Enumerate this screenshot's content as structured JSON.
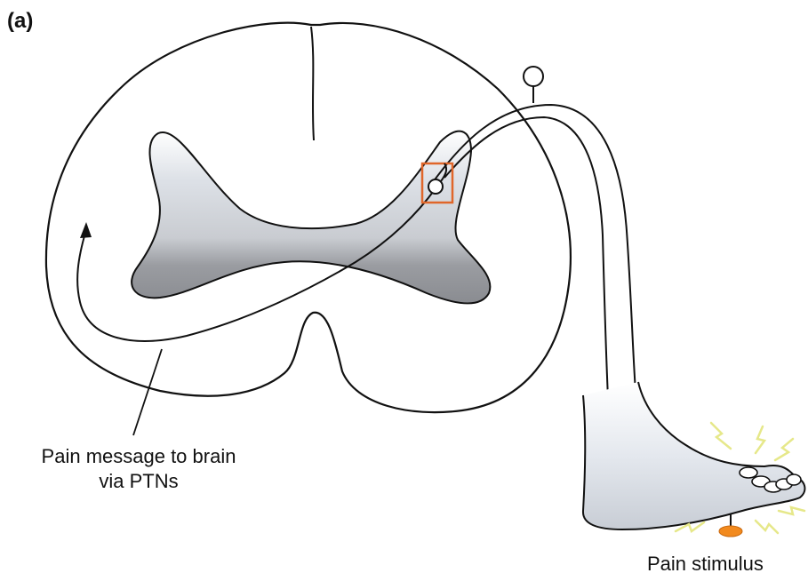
{
  "panel_label": "(a)",
  "labels": {
    "brain_line1": "Pain message to brain",
    "brain_line2": "via PTNs",
    "stimulus": "Pain stimulus"
  },
  "colors": {
    "outline": "#111111",
    "grey_matter_light": "#d9dde3",
    "grey_matter_dark": "#8f9196",
    "highlight_box": "#e0662a",
    "stimulus": "#f28a1e",
    "rays": "#e6e88a"
  }
}
